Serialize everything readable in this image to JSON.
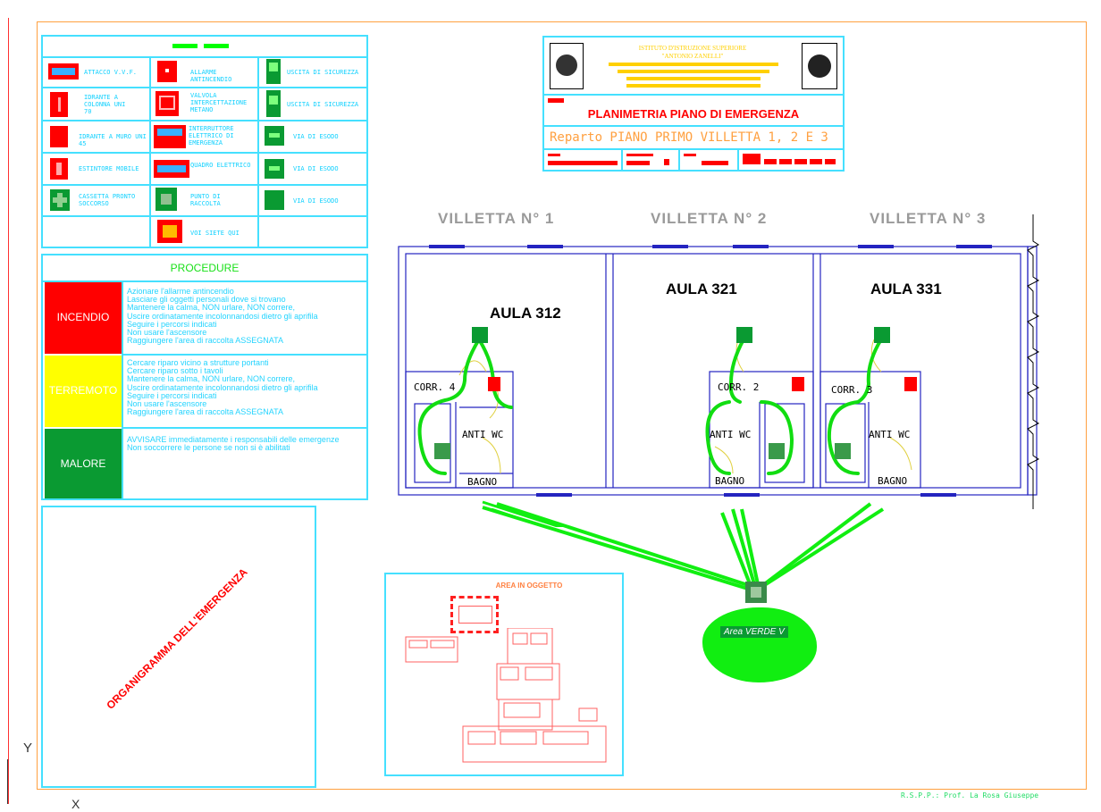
{
  "title_block": {
    "institute_line1": "ISTITUTO D'ISTRUZIONE SUPERIORE",
    "institute_line2": "\"ANTONIO ZANELLI\"",
    "plan_title": "PLANIMETRIA PIANO DI EMERGENZA",
    "reparto": "Reparto PIANO PRIMO VILLETTA 1, 2 E 3"
  },
  "legend": {
    "items": [
      {
        "label": "ATTACCO V.V.F.",
        "icon": "attacco-vvf-icon"
      },
      {
        "label": "ALLARME ANTINCENDIO",
        "icon": "allarme-antincendio-icon"
      },
      {
        "label": "USCITA DI SICUREZZA",
        "icon": "uscita-sicurezza-icon"
      },
      {
        "label": "IDRANTE A\nCOLONNA UNI\n70",
        "icon": "idrante-colonna-icon"
      },
      {
        "label": "VALVOLA\nINTERCETTAZIONE\nMETANO",
        "icon": "valvola-metano-icon"
      },
      {
        "label": "USCITA DI SICUREZZA",
        "icon": "uscita-sicurezza-2-icon"
      },
      {
        "label": "IDRANTE A MURO UNI 45",
        "icon": "idrante-muro-icon"
      },
      {
        "label": "INTERRUTTORE\nELETTRICO DI\nEMERGENZA",
        "icon": "interruttore-emergenza-icon"
      },
      {
        "label": "VIA DI ESODO",
        "icon": "via-esodo-icon"
      },
      {
        "label": "ESTINTORE MOBILE",
        "icon": "estintore-icon"
      },
      {
        "label": "QUADRO ELETTRICO",
        "icon": "quadro-elettrico-icon"
      },
      {
        "label": "VIA DI ESODO",
        "icon": "via-esodo-2-icon"
      },
      {
        "label": "CASSETTA PRONTO\nSOCCORSO",
        "icon": "pronto-soccorso-icon"
      },
      {
        "label": "PUNTO DI\nRACCOLTA",
        "icon": "punto-raccolta-icon"
      },
      {
        "label": "VIA DI ESODO",
        "icon": "via-esodo-3-icon"
      },
      {
        "label": "",
        "icon": ""
      },
      {
        "label": "VOI SIETE QUI",
        "icon": "voi-siete-qui-icon"
      },
      {
        "label": "",
        "icon": ""
      }
    ]
  },
  "procedures": {
    "title": "PROCEDURE",
    "items": [
      {
        "name": "INCENDIO",
        "color": "#ff0000",
        "text": "Azionare l'allarme antincendio\nLasciare gli oggetti personali dove si trovano\nMantenere la calma, NON urlare, NON correre,\nUscire ordinatamente incolonnandosi dietro gli aprifila\nSeguire i percorsi indicati\nNon usare l'ascensore\nRaggiungere l'area di raccolta ASSEGNATA"
      },
      {
        "name": "TERREMOTO",
        "color": "#ffff00",
        "text": "Cercare riparo vicino a strutture portanti\nCercare riparo sotto i tavoli\nMantenere la calma, NON urlare, NON correre,\nUscire ordinatamente incolonnandosi dietro gli aprifila\nSeguire i percorsi indicati\nNon usare l'ascensore\nRaggiungere l'area di raccolta ASSEGNATA"
      },
      {
        "name": "MALORE",
        "color": "#0a9a32",
        "text": "AVVISARE immediatamente i responsabili delle emergenze\nNon soccorrere le persone se non si è abilitati"
      }
    ]
  },
  "organigramma": "ORGANIGRAMMA DELL'EMERGENZA",
  "villette": [
    "VILLETTA N° 1",
    "VILLETTA N° 2",
    "VILLETTA N° 3"
  ],
  "aule": [
    "AULA 312",
    "AULA 321",
    "AULA 331"
  ],
  "rooms": {
    "corr1": "CORR. 4",
    "corr2": "CORR. 2",
    "corr3": "CORR. 3",
    "anti1": "ANTI WC",
    "anti2": "ANTI WC",
    "anti3": "ANTI WC",
    "bagno1": "BAGNO",
    "bagno2": "BAGNO",
    "bagno3": "BAGNO"
  },
  "area_map_title": "AREA IN OGGETTO",
  "assembly_area": "Area VERDE V",
  "rspp": "R.S.P.P.: Prof. La Rosa Giuseppe",
  "axis_y": "Y",
  "axis_x": "X",
  "colors": {
    "cyan": "#45e0ff",
    "red": "#ff0000",
    "green": "#00ff00",
    "blue": "#3333cc",
    "orange": "#ffa040"
  }
}
